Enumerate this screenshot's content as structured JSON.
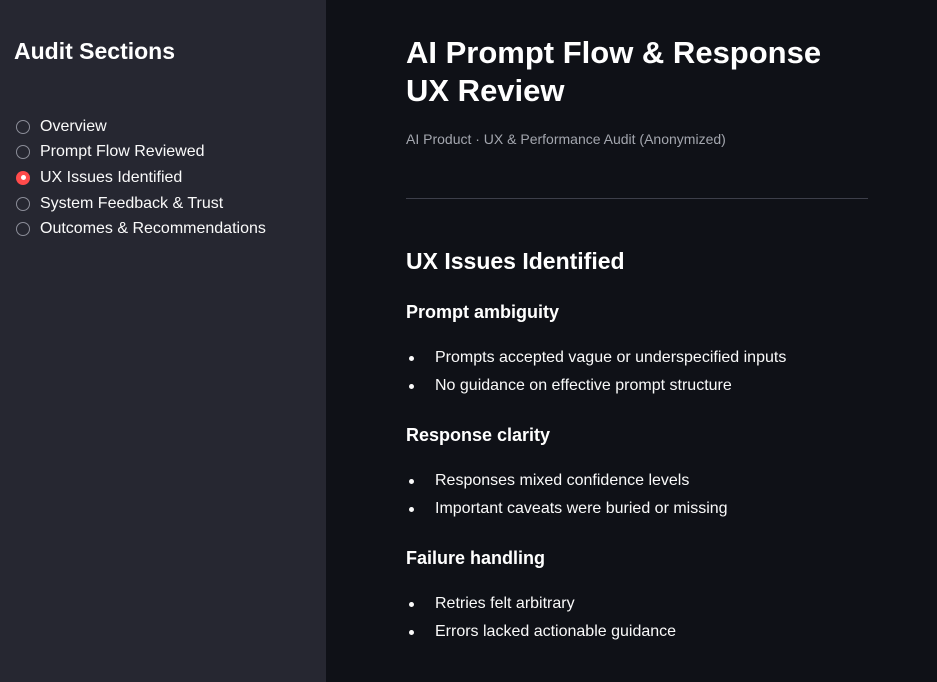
{
  "sidebar": {
    "title": "Audit Sections",
    "items": [
      {
        "label": "Overview",
        "selected": false
      },
      {
        "label": "Prompt Flow Reviewed",
        "selected": false
      },
      {
        "label": "UX Issues Identified",
        "selected": true
      },
      {
        "label": "System Feedback & Trust",
        "selected": false
      },
      {
        "label": "Outcomes & Recommendations",
        "selected": false
      }
    ]
  },
  "main": {
    "title": "AI Prompt Flow & Response UX Review",
    "subtitle": "AI Product · UX & Performance Audit (Anonymized)",
    "section_title": "UX Issues Identified",
    "groups": [
      {
        "title": "Prompt ambiguity",
        "bullets": [
          "Prompts accepted vague or underspecified inputs",
          "No guidance on effective prompt structure"
        ]
      },
      {
        "title": "Response clarity",
        "bullets": [
          "Responses mixed confidence levels",
          "Important caveats were buried or missing"
        ]
      },
      {
        "title": "Failure handling",
        "bullets": [
          "Retries felt arbitrary",
          "Errors lacked actionable guidance"
        ]
      }
    ]
  },
  "colors": {
    "sidebar_bg": "#262731",
    "main_bg": "#0f1117",
    "accent": "#ff4b4b"
  }
}
